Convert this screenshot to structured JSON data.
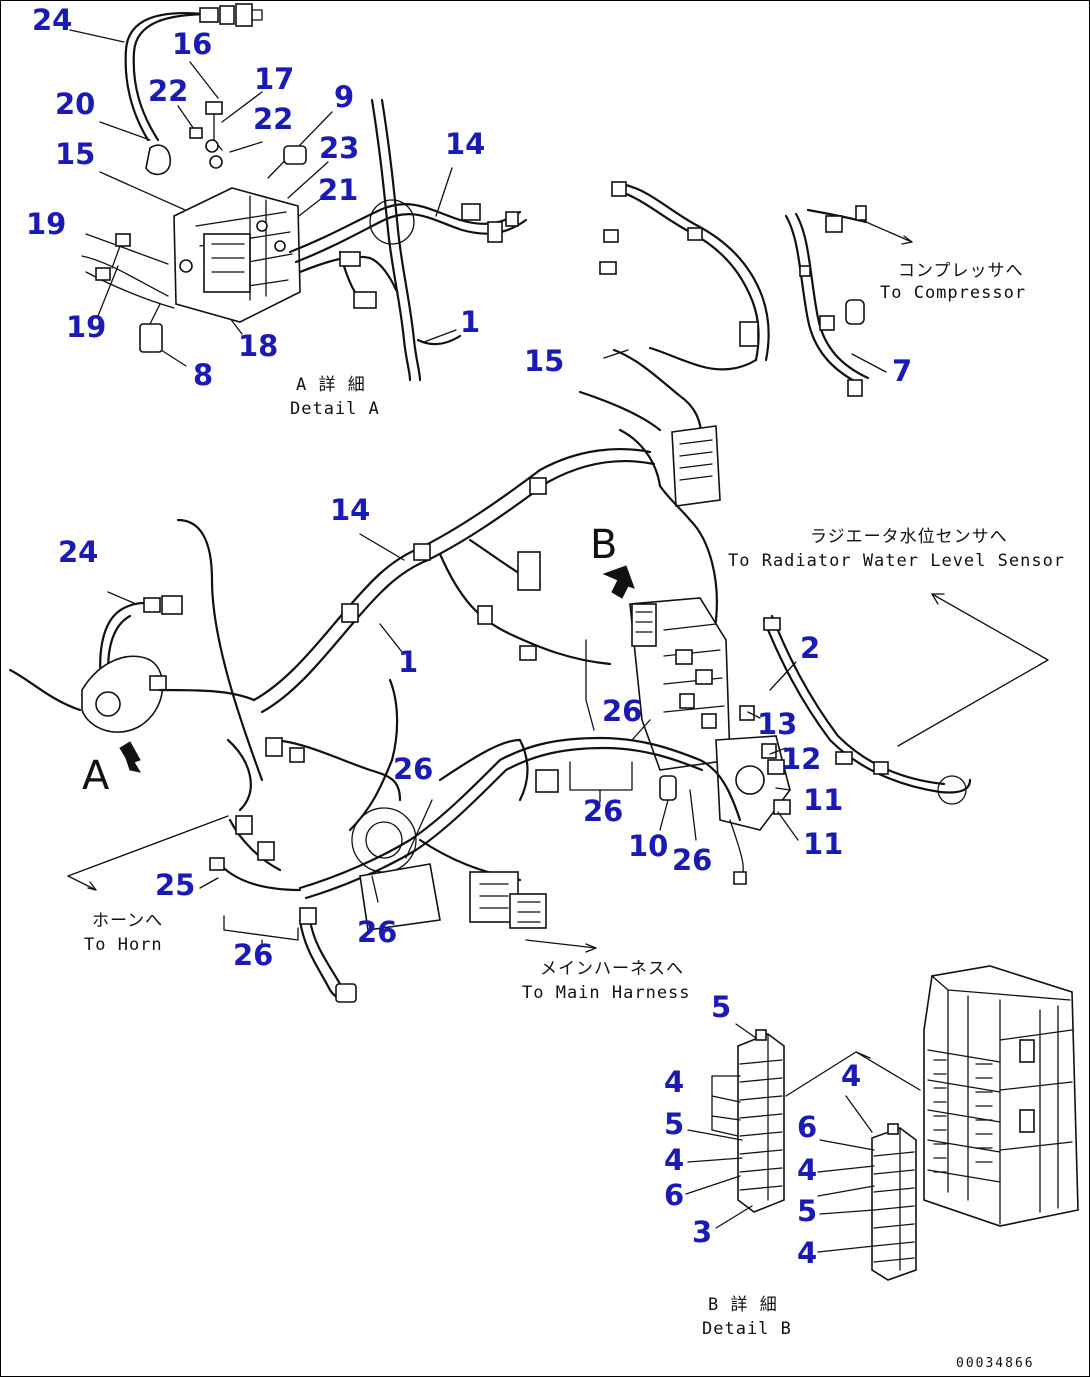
{
  "diagram": {
    "callouts": [
      {
        "id": "c24a",
        "text": "24"
      },
      {
        "id": "c16",
        "text": "16"
      },
      {
        "id": "c17",
        "text": "17"
      },
      {
        "id": "c20",
        "text": "20"
      },
      {
        "id": "c22a",
        "text": "22"
      },
      {
        "id": "c22b",
        "text": "22"
      },
      {
        "id": "c9",
        "text": "9"
      },
      {
        "id": "c23",
        "text": "23"
      },
      {
        "id": "c15a",
        "text": "15"
      },
      {
        "id": "c14a",
        "text": "14"
      },
      {
        "id": "c21",
        "text": "21"
      },
      {
        "id": "c19a",
        "text": "19"
      },
      {
        "id": "c19b",
        "text": "19"
      },
      {
        "id": "c1a",
        "text": "1"
      },
      {
        "id": "c18",
        "text": "18"
      },
      {
        "id": "c8",
        "text": "8"
      },
      {
        "id": "c15b",
        "text": "15"
      },
      {
        "id": "c7",
        "text": "7"
      },
      {
        "id": "c14b",
        "text": "14"
      },
      {
        "id": "c24b",
        "text": "24"
      },
      {
        "id": "c1b",
        "text": "1"
      },
      {
        "id": "c2",
        "text": "2"
      },
      {
        "id": "c26a",
        "text": "26"
      },
      {
        "id": "c13",
        "text": "13"
      },
      {
        "id": "c12",
        "text": "12"
      },
      {
        "id": "c26b",
        "text": "26"
      },
      {
        "id": "c11a",
        "text": "11"
      },
      {
        "id": "c26c",
        "text": "26"
      },
      {
        "id": "c10",
        "text": "10"
      },
      {
        "id": "c26d",
        "text": "26"
      },
      {
        "id": "c11b",
        "text": "11"
      },
      {
        "id": "c25",
        "text": "25"
      },
      {
        "id": "c26e",
        "text": "26"
      },
      {
        "id": "c26f",
        "text": "26"
      },
      {
        "id": "c5a",
        "text": "5"
      },
      {
        "id": "c4a",
        "text": "4"
      },
      {
        "id": "c4b",
        "text": "4"
      },
      {
        "id": "c5b",
        "text": "5"
      },
      {
        "id": "c6a",
        "text": "6"
      },
      {
        "id": "c4c",
        "text": "4"
      },
      {
        "id": "c4d",
        "text": "4"
      },
      {
        "id": "c6b",
        "text": "6"
      },
      {
        "id": "c5c",
        "text": "5"
      },
      {
        "id": "c3",
        "text": "3"
      },
      {
        "id": "c4e",
        "text": "4"
      }
    ],
    "view_letters": {
      "a": "A",
      "b": "B"
    },
    "notes": {
      "detail_a_jp": "A 詳 細",
      "detail_a_en": "Detail A",
      "compressor_jp": "コンプレッサへ",
      "compressor_en": "To Compressor",
      "radiator_jp": "ラジエータ水位センサへ",
      "radiator_en": "To Radiator Water Level Sensor",
      "horn_jp": "ホーンへ",
      "horn_en": "To Horn",
      "main_harness_jp": "メインハーネスへ",
      "main_harness_en": "To Main Harness",
      "detail_b_jp": "B 詳 細",
      "detail_b_en": "Detail B"
    },
    "drawing_number": "00034866",
    "colors": {
      "callout": "#1a1ab4",
      "line": "#111111",
      "background": "#ffffff"
    }
  }
}
